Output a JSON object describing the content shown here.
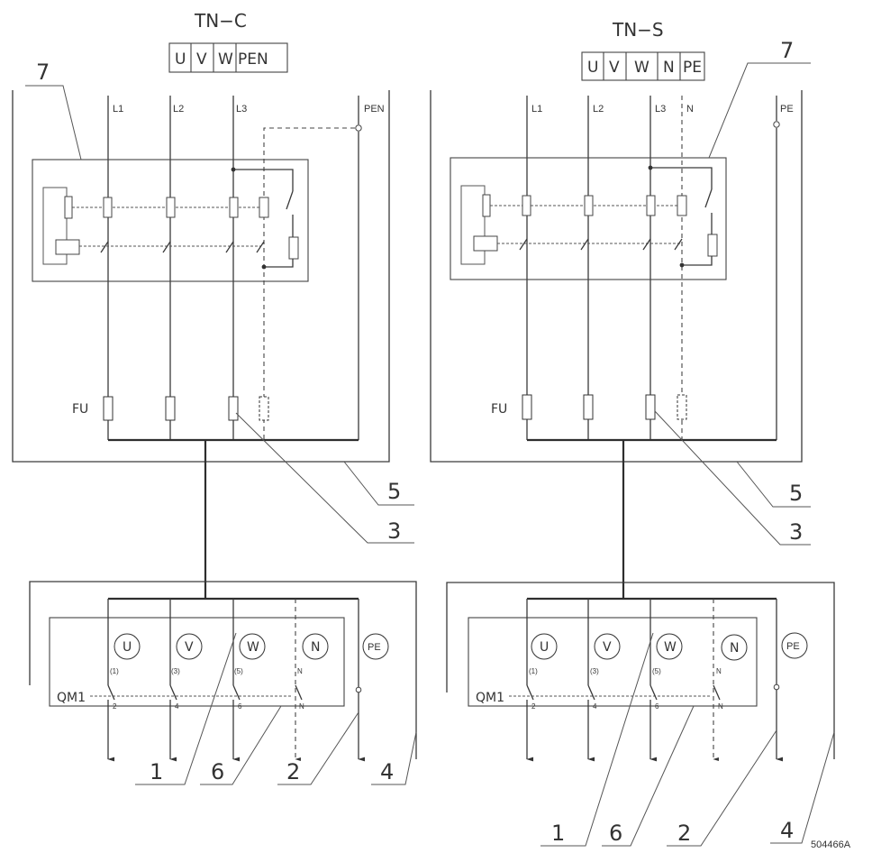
{
  "tn_c": {
    "title": "TN−C",
    "terminals": [
      "U",
      "V",
      "W",
      "PEN"
    ],
    "lines": [
      "L1",
      "L2",
      "L3",
      "PEN"
    ],
    "fuse_label": "FU",
    "outputs": [
      "U",
      "V",
      "W",
      "N",
      "PE"
    ],
    "output_codes_top": [
      "(1)",
      "(3)",
      "(5)",
      "N"
    ],
    "output_codes_bottom": [
      "2",
      "4",
      "6",
      "N"
    ],
    "breaker_label": "QM1"
  },
  "tn_s": {
    "title": "TN−S",
    "terminals": [
      "U",
      "V",
      "W",
      "N",
      "PE"
    ],
    "lines": [
      "L1",
      "L2",
      "L3",
      "N",
      "PE"
    ],
    "fuse_label": "FU",
    "outputs": [
      "U",
      "V",
      "W",
      "N",
      "PE"
    ],
    "output_codes_top": [
      "(1)",
      "(3)",
      "(5)",
      "N"
    ],
    "output_codes_bottom": [
      "2",
      "4",
      "6",
      "N"
    ],
    "breaker_label": "QM1"
  },
  "callouts": {
    "left": [
      "7",
      "5",
      "3",
      "1",
      "6",
      "2",
      "4"
    ],
    "right": [
      "7",
      "5",
      "3",
      "1",
      "6",
      "2",
      "4"
    ]
  },
  "drawing_code": "504466A"
}
